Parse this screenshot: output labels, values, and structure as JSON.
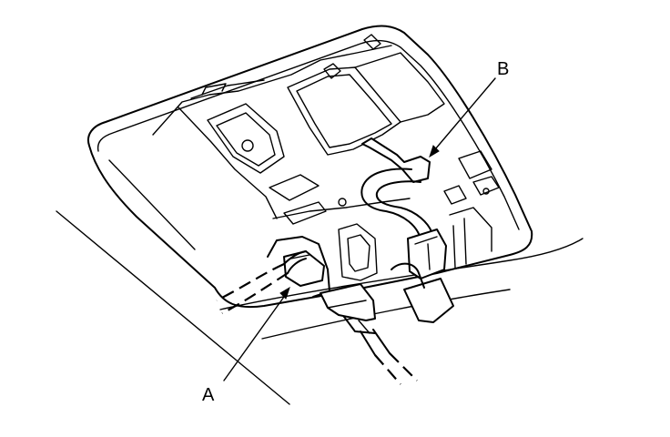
{
  "diagram": {
    "callouts": [
      {
        "id": "a",
        "label": "A"
      },
      {
        "id": "b",
        "label": "B"
      }
    ]
  }
}
